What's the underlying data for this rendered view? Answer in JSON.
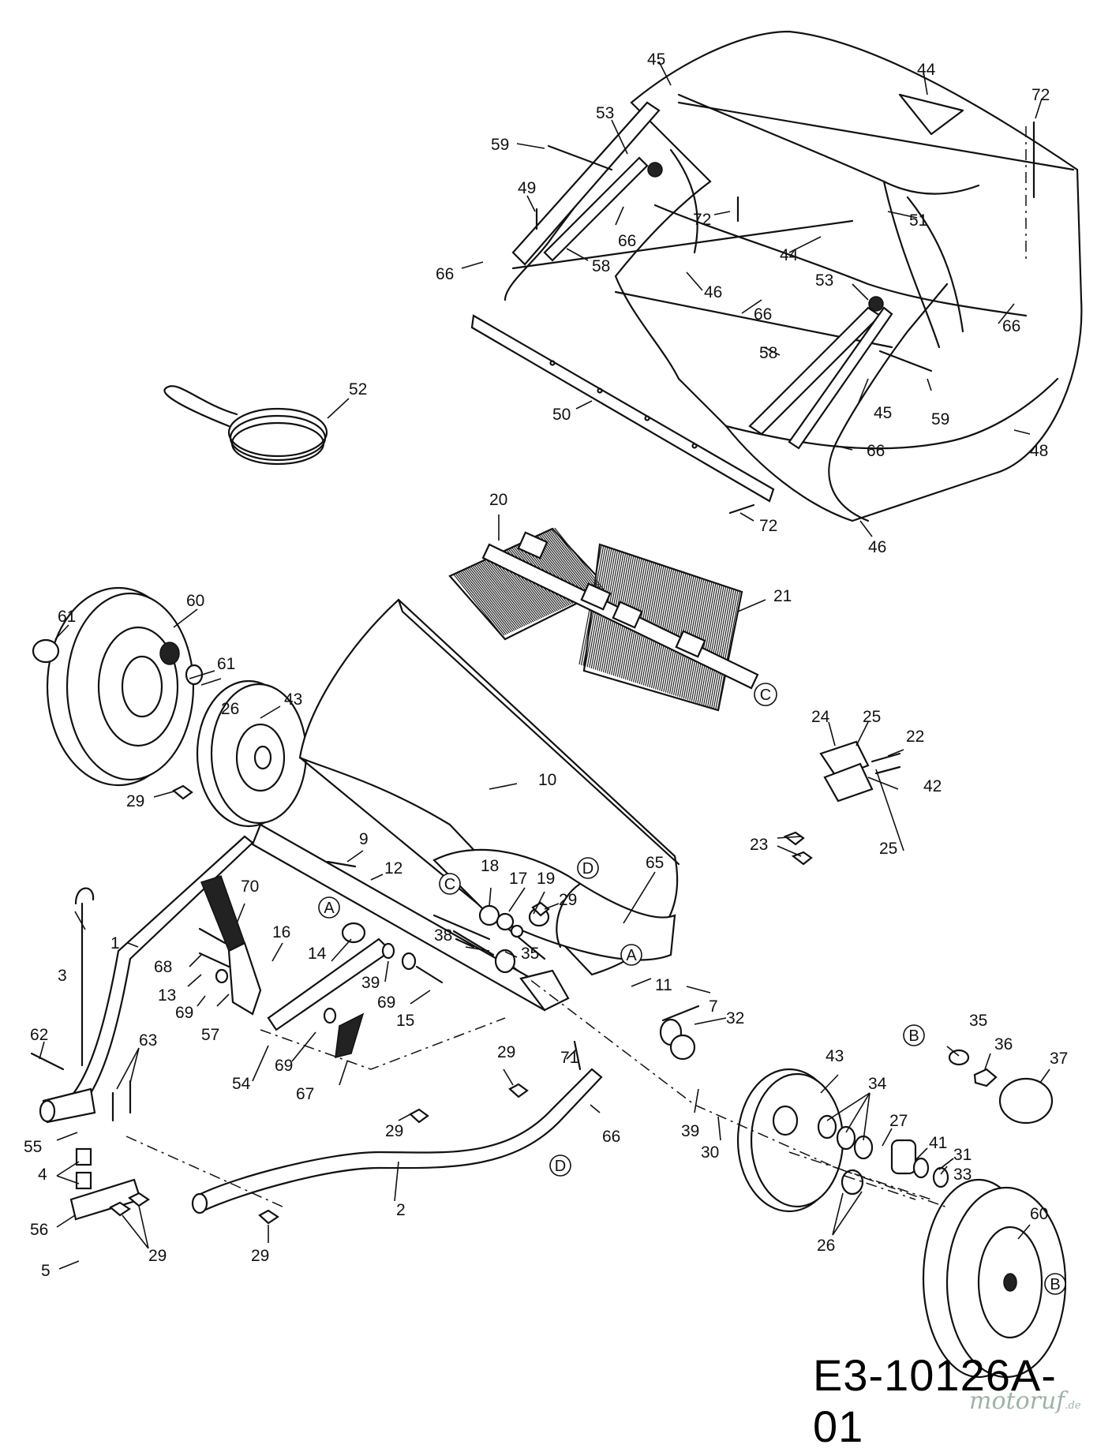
{
  "drawing_code": "E3-10126A-01",
  "watermark": {
    "name": "motoruf",
    "tld": ".de"
  },
  "reference_letters": [
    "A",
    "B",
    "C",
    "D"
  ],
  "callouts": [
    {
      "id": "c44a",
      "text": "44"
    },
    {
      "id": "c45a",
      "text": "45"
    },
    {
      "id": "c72a",
      "text": "72"
    },
    {
      "id": "c53a",
      "text": "53"
    },
    {
      "id": "c59a",
      "text": "59"
    },
    {
      "id": "c49",
      "text": "49"
    },
    {
      "id": "c66a",
      "text": "66"
    },
    {
      "id": "c58a",
      "text": "58"
    },
    {
      "id": "c66b",
      "text": "66"
    },
    {
      "id": "c72b",
      "text": "72"
    },
    {
      "id": "c51",
      "text": "51"
    },
    {
      "id": "c44b",
      "text": "44"
    },
    {
      "id": "c46a",
      "text": "46"
    },
    {
      "id": "c53b",
      "text": "53"
    },
    {
      "id": "c66c",
      "text": "66"
    },
    {
      "id": "c66d",
      "text": "66"
    },
    {
      "id": "c58b",
      "text": "58"
    },
    {
      "id": "c45b",
      "text": "45"
    },
    {
      "id": "c59b",
      "text": "59"
    },
    {
      "id": "c50",
      "text": "50"
    },
    {
      "id": "c66e",
      "text": "66"
    },
    {
      "id": "c48",
      "text": "48"
    },
    {
      "id": "c72c",
      "text": "72"
    },
    {
      "id": "c46b",
      "text": "46"
    },
    {
      "id": "c52",
      "text": "52"
    },
    {
      "id": "c20",
      "text": "20"
    },
    {
      "id": "c21",
      "text": "21"
    },
    {
      "id": "c60a",
      "text": "60"
    },
    {
      "id": "c61a",
      "text": "61"
    },
    {
      "id": "c61b",
      "text": "61"
    },
    {
      "id": "c26a",
      "text": "26"
    },
    {
      "id": "c43a",
      "text": "43"
    },
    {
      "id": "c29a",
      "text": "29"
    },
    {
      "id": "c24",
      "text": "24"
    },
    {
      "id": "c25a",
      "text": "25"
    },
    {
      "id": "c22",
      "text": "22"
    },
    {
      "id": "c23",
      "text": "23"
    },
    {
      "id": "c42",
      "text": "42"
    },
    {
      "id": "c25b",
      "text": "25"
    },
    {
      "id": "c10",
      "text": "10"
    },
    {
      "id": "c9",
      "text": "9"
    },
    {
      "id": "c12",
      "text": "12"
    },
    {
      "id": "c65",
      "text": "65"
    },
    {
      "id": "c18",
      "text": "18"
    },
    {
      "id": "c17",
      "text": "17"
    },
    {
      "id": "c19",
      "text": "19"
    },
    {
      "id": "c29b",
      "text": "29"
    },
    {
      "id": "c70",
      "text": "70"
    },
    {
      "id": "c16",
      "text": "16"
    },
    {
      "id": "c38",
      "text": "38"
    },
    {
      "id": "c14",
      "text": "14"
    },
    {
      "id": "c35a",
      "text": "35"
    },
    {
      "id": "c1",
      "text": "1"
    },
    {
      "id": "c68",
      "text": "68"
    },
    {
      "id": "c39a",
      "text": "39"
    },
    {
      "id": "c69a",
      "text": "69"
    },
    {
      "id": "c13",
      "text": "13"
    },
    {
      "id": "c69b",
      "text": "69"
    },
    {
      "id": "c15",
      "text": "15"
    },
    {
      "id": "c11",
      "text": "11"
    },
    {
      "id": "c7",
      "text": "7"
    },
    {
      "id": "c32",
      "text": "32"
    },
    {
      "id": "c3",
      "text": "3"
    },
    {
      "id": "c57",
      "text": "57"
    },
    {
      "id": "c69c",
      "text": "69"
    },
    {
      "id": "c54",
      "text": "54"
    },
    {
      "id": "c67",
      "text": "67"
    },
    {
      "id": "c62",
      "text": "62"
    },
    {
      "id": "c63",
      "text": "63"
    },
    {
      "id": "c29c",
      "text": "29"
    },
    {
      "id": "c71",
      "text": "71"
    },
    {
      "id": "c35b",
      "text": "35"
    },
    {
      "id": "c36",
      "text": "36"
    },
    {
      "id": "c37",
      "text": "37"
    },
    {
      "id": "c43b",
      "text": "43"
    },
    {
      "id": "c34",
      "text": "34"
    },
    {
      "id": "c29d",
      "text": "29"
    },
    {
      "id": "c66f",
      "text": "66"
    },
    {
      "id": "c39b",
      "text": "39"
    },
    {
      "id": "c30",
      "text": "30"
    },
    {
      "id": "c27",
      "text": "27"
    },
    {
      "id": "c41",
      "text": "41"
    },
    {
      "id": "c31",
      "text": "31"
    },
    {
      "id": "c33",
      "text": "33"
    },
    {
      "id": "c55",
      "text": "55"
    },
    {
      "id": "c4",
      "text": "4"
    },
    {
      "id": "c2",
      "text": "2"
    },
    {
      "id": "c60b",
      "text": "60"
    },
    {
      "id": "c56",
      "text": "56"
    },
    {
      "id": "c29e",
      "text": "29"
    },
    {
      "id": "c29f",
      "text": "29"
    },
    {
      "id": "c26b",
      "text": "26"
    },
    {
      "id": "c5",
      "text": "5"
    }
  ]
}
